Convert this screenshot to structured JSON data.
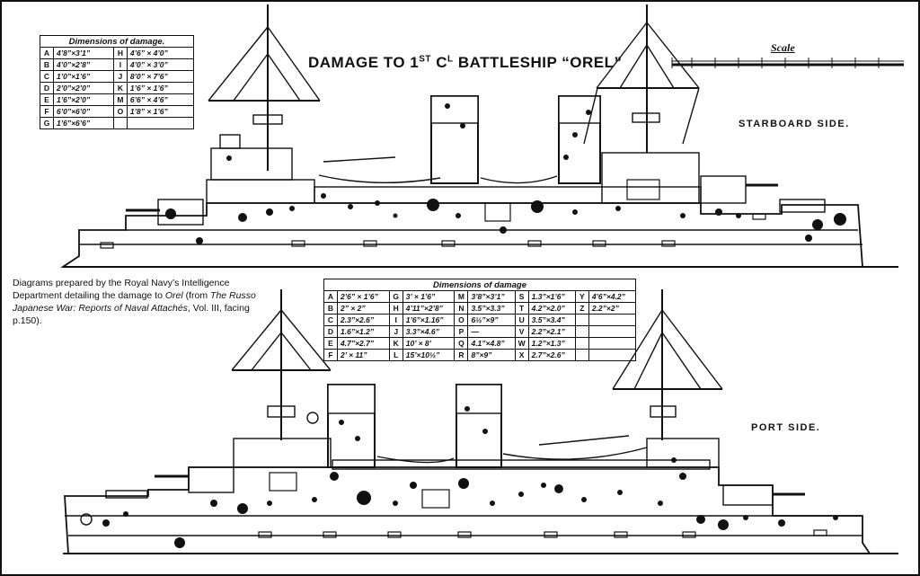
{
  "title": {
    "prefix": "DAMAGE TO 1",
    "sup1": "ST",
    "mid": " C",
    "sup2": "L",
    "rest": " BATTLESHIP “OREL”"
  },
  "scale": {
    "label": "Scale"
  },
  "labels": {
    "starboard": "STARBOARD SIDE.",
    "port": "PORT SIDE."
  },
  "caption": {
    "text1": "Diagrams prepared by the Royal Navy’s Intelligence Department detailing the damage to ",
    "ship": "Orel",
    "text2": " (from ",
    "book": "The Russo Japanese War: Reports of Naval Attachés",
    "text3": ", Vol. III, facing p.150)."
  },
  "starboard_table": {
    "header": "Dimensions of damage.",
    "rows": [
      [
        "A",
        "4’8”×3’1”",
        "H",
        "4’6” × 4’0”"
      ],
      [
        "B",
        "4’0”×2’8”",
        "I",
        "4’0” × 3’0”"
      ],
      [
        "C",
        "1’0”×1’6”",
        "J",
        "8’0” × 7’6”"
      ],
      [
        "D",
        "2’0”×2’0”",
        "K",
        "1’6” × 1’6”"
      ],
      [
        "E",
        "1’6”×2’0”",
        "M",
        "6’6” × 4’6”"
      ],
      [
        "F",
        "6’0”×6’0”",
        "O",
        "1’8” × 1’6”"
      ],
      [
        "G",
        "1’6”×6’6”",
        "",
        ""
      ]
    ]
  },
  "port_table": {
    "header": "Dimensions of damage",
    "rows": [
      [
        "A",
        "2’6” × 1’6”",
        "G",
        "3’ × 1’6”",
        "M",
        "3’8”×3’1”",
        "S",
        "1.3”×1’6”",
        "Y",
        "4’6”×4.2”"
      ],
      [
        "B",
        "2” × 2”",
        "H",
        "4’11”×2’8”",
        "N",
        "3.5”×3.3”",
        "T",
        "4.2”×2.0”",
        "Z",
        "2.2”×2”"
      ],
      [
        "C",
        "2.3”×2.6”",
        "I",
        "1’6”×1.16”",
        "O",
        "6½”×9”",
        "U",
        "3.5”×3.4”",
        "",
        ""
      ],
      [
        "D",
        "1.6”×1.2”",
        "J",
        "3.3”×4.6”",
        "P",
        "—",
        "V",
        "2.2”×2.1”",
        "",
        ""
      ],
      [
        "E",
        "4.7”×2.7”",
        "K",
        "10’ × 8’",
        "Q",
        "4.1”×4.8”",
        "W",
        "1.2”×1.3”",
        "",
        ""
      ],
      [
        "F",
        "2’ × 11”",
        "L",
        "15’×10½”",
        "R",
        "8”×9”",
        "X",
        "2.7”×2.6”",
        "",
        ""
      ]
    ]
  },
  "colors": {
    "ink": "#111111",
    "paper": "#ffffff"
  }
}
